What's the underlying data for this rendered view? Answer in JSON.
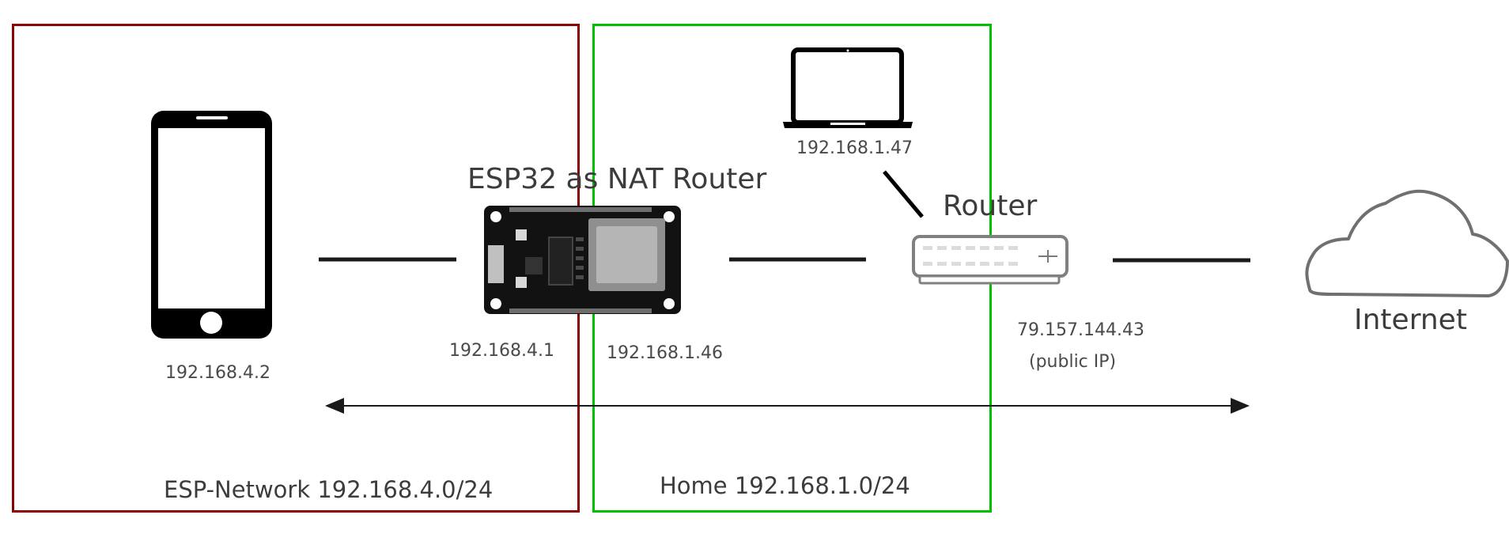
{
  "zones": {
    "esp_network": {
      "label": "ESP-Network 192.168.4.0/24",
      "border_color": "#8b0000"
    },
    "home_network": {
      "label": "Home 192.168.1.0/24",
      "border_color": "#00c000"
    }
  },
  "devices": {
    "phone": {
      "icon": "smartphone-icon",
      "ip": "192.168.4.2"
    },
    "esp32": {
      "icon": "esp32-board-icon",
      "title": "ESP32 as NAT Router",
      "ip_ap": "192.168.4.1",
      "ip_sta": "192.168.1.46"
    },
    "laptop": {
      "icon": "laptop-icon",
      "ip": "192.168.1.47"
    },
    "router": {
      "icon": "router-icon",
      "title": "Router",
      "public_ip": "79.157.144.43",
      "public_note": "(public IP)"
    },
    "internet": {
      "icon": "cloud-icon",
      "label": "Internet"
    }
  },
  "connection": {
    "type": "double-headed-arrow"
  },
  "colors": {
    "line": "#1a1a1a",
    "device": "#000000",
    "cloud": "#707070"
  }
}
